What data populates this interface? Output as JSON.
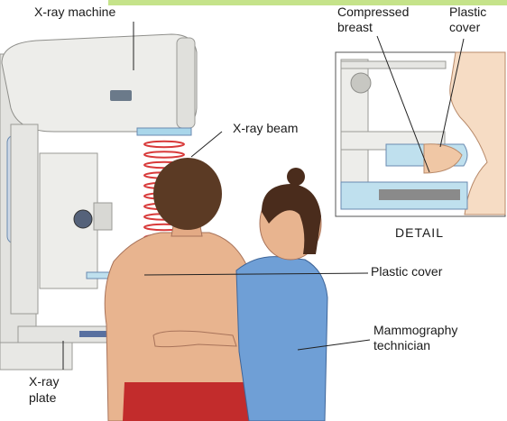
{
  "labels": {
    "xray_machine": "X-ray machine",
    "compressed_breast_line1": "Compressed",
    "compressed_breast_line2": "breast",
    "plastic_cover_detail_line1": "Plastic",
    "plastic_cover_detail_line2": "cover",
    "xray_beam": "X-ray beam",
    "detail": "DETAIL",
    "plastic_cover": "Plastic cover",
    "technician_line1": "Mammography",
    "technician_line2": "technician",
    "xray_plate_line1": "X-ray",
    "xray_plate_line2": "plate"
  },
  "colors": {
    "top_bar": "#c5e38a",
    "machine_gray": "#e9e9e6",
    "machine_outline": "#9a9a96",
    "plastic_blue": "#bfe0ee",
    "beam_red": "#d83a3a",
    "skin": "#e8b48f",
    "scrubs_blue": "#6f9fd6",
    "shorts_red": "#c22c2c",
    "hair_brown": "#5b3a24"
  }
}
